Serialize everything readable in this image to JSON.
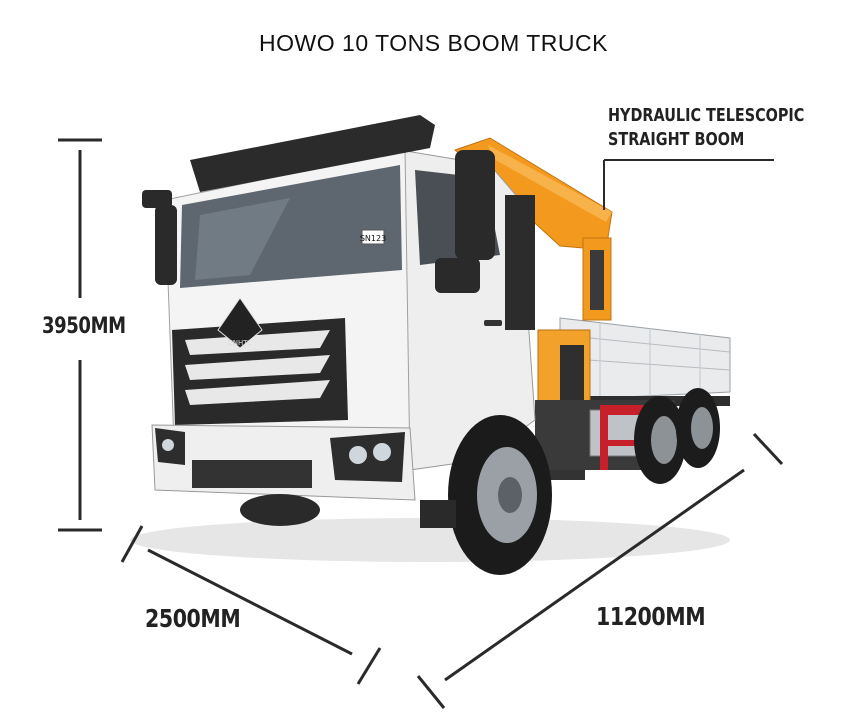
{
  "title": "HOWO 10 TONS BOOM TRUCK",
  "callout": {
    "line1": "HYDRAULIC TELESCOPIC",
    "line2": "STRAIGHT BOOM"
  },
  "dimensions": {
    "height": "3950MM",
    "width": "2500MM",
    "length": "11200MM"
  },
  "truck": {
    "cab_badge": "CNHTC",
    "plate": "SN123"
  },
  "colors": {
    "cab": "#f2f2f2",
    "boom": "#f39a1e",
    "bumper_red": "#c8202a",
    "dimension_lines": "#2a2a2a"
  }
}
